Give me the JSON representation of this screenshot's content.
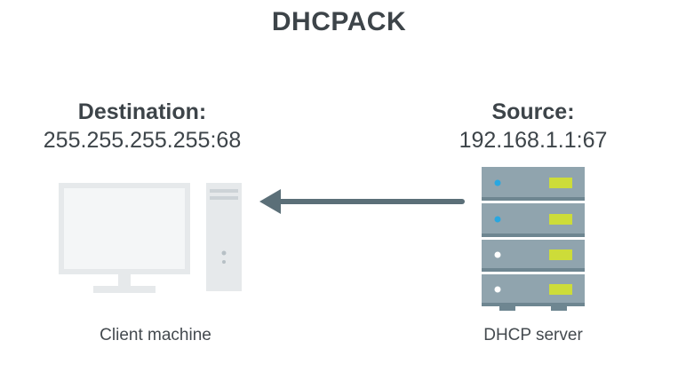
{
  "title": "DHCPACK",
  "destination": {
    "label": "Destination:",
    "value": "255.255.255.255:68"
  },
  "source": {
    "label": "Source:",
    "value": "192.168.1.1:67"
  },
  "client": {
    "caption": "Client machine",
    "icon": "desktop-computer-icon"
  },
  "server": {
    "caption": "DHCP server",
    "icon": "server-rack-icon"
  },
  "arrow": {
    "direction": "server-to-client"
  },
  "colors": {
    "text": "#3d4449",
    "monitor": "#e6e9eb",
    "arrow": "#5b6f78",
    "server_body": "#90a4ae",
    "server_dark": "#6e8691",
    "led_blue": "#29a7e0",
    "led_white": "#ffffff",
    "drive_slot": "#cddc39"
  }
}
